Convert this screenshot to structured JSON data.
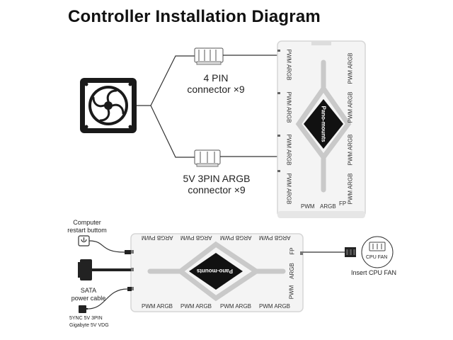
{
  "title": "Controller Installation Diagram",
  "connectors": {
    "pin4": {
      "line1": "4 PIN",
      "line2": "connector ×9"
    },
    "argb3": {
      "line1": "5V 3PIN  ARGB",
      "line2": "connector ×9"
    }
  },
  "upper_controller": {
    "brand": "Pano-mounts",
    "column_labels": [
      "PWM",
      "ARGB"
    ],
    "bottom_labels": [
      "PWM",
      "ARGB",
      "FP"
    ]
  },
  "lower_controller": {
    "brand": "Pano-mounts",
    "top_label": "ARGB  PWM",
    "bottom_label": "PWM  ARGB",
    "right_labels": [
      "FP",
      "ARGB",
      "PWM"
    ]
  },
  "peripherals": {
    "computer_restart": {
      "line1": "Computer",
      "line2": "restart buttom"
    },
    "sata": {
      "line1": "SATA",
      "line2": "power cable"
    },
    "sync": {
      "line1": "5YNC 5V 3PIN",
      "line2": "Gigabyte 5V VDG"
    },
    "cpu_fan_badge": "CPU FAN",
    "insert_cpu_fan": "Insert CPU FAN"
  },
  "colors": {
    "board": "#f4f4f4",
    "board_edge": "#d6d6d6",
    "line": "#333333",
    "diamond": "#111111"
  }
}
